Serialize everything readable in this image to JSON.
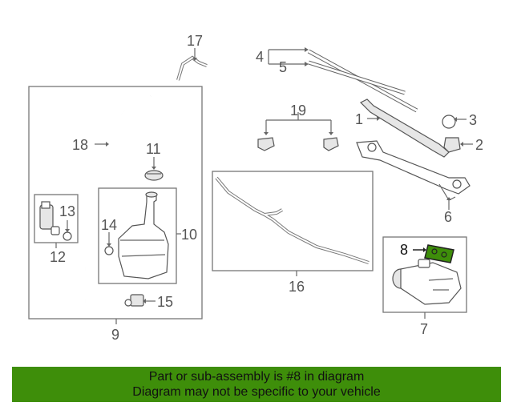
{
  "diagram": {
    "labels": {
      "l1": "1",
      "l2": "2",
      "l3": "3",
      "l4": "4",
      "l5": "5",
      "l6": "6",
      "l7": "7",
      "l8": "8",
      "l9": "9",
      "l10": "10",
      "l11": "11",
      "l12": "12",
      "l13": "13",
      "l14": "14",
      "l15": "15",
      "l16": "16",
      "l17": "17",
      "l18": "18",
      "l19": "19"
    },
    "highlight_color": "#3e8e0a"
  },
  "banner": {
    "line1": "Part or sub-assembly is #8 in diagram",
    "line2": "Diagram may not be specific to your vehicle",
    "color": "#3e8e0a"
  }
}
